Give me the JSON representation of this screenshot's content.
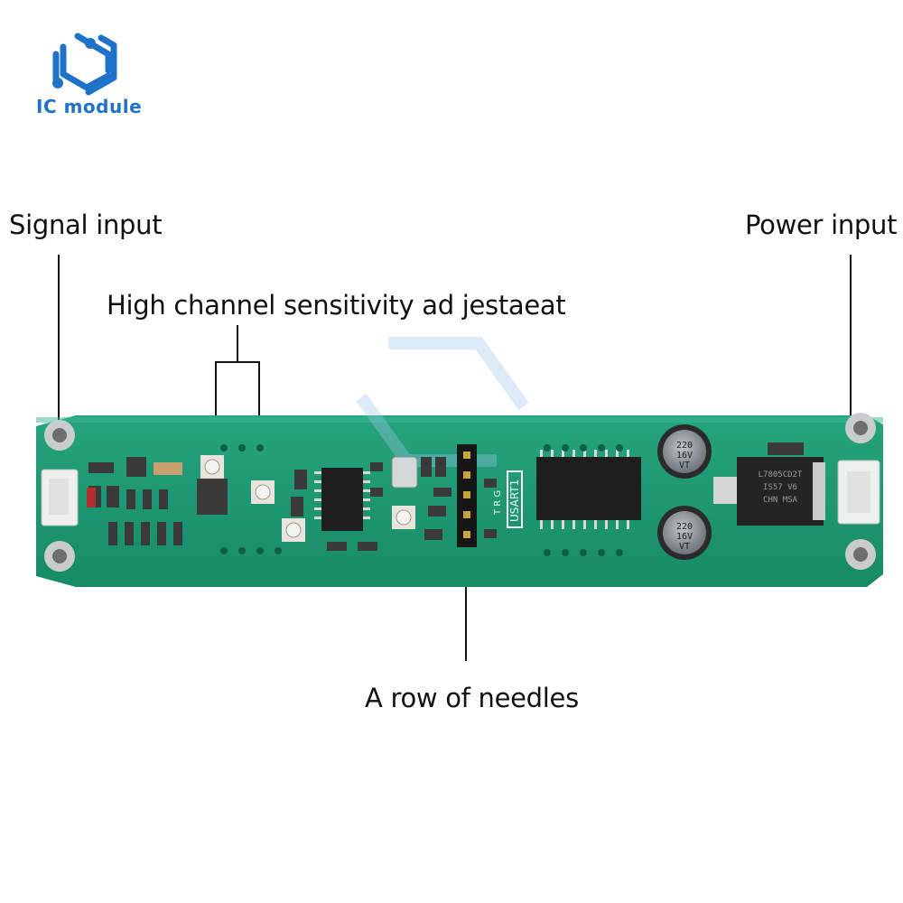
{
  "brand": {
    "name": "IC module",
    "logo": "hexagon-circuit-logo",
    "color": "#1e73c8"
  },
  "labels": {
    "signal_input": "Signal input",
    "power_input": "Power input",
    "sensitivity": "High channel sensitivity ad jestaeat",
    "needles": "A row of needles"
  },
  "board": {
    "color": "#1e9a74",
    "silkscreen": {
      "usart": "USART1",
      "pins": "T R G"
    },
    "capacitor_1": {
      "line1": "220",
      "line2": "16V",
      "line3": "VT"
    },
    "capacitor_2": {
      "line1": "220",
      "line2": "16V",
      "line3": "VT"
    },
    "regulator": {
      "line1": "L7805CD2T",
      "line2": "IS57  V6",
      "line3": "CHN  MSA"
    }
  }
}
